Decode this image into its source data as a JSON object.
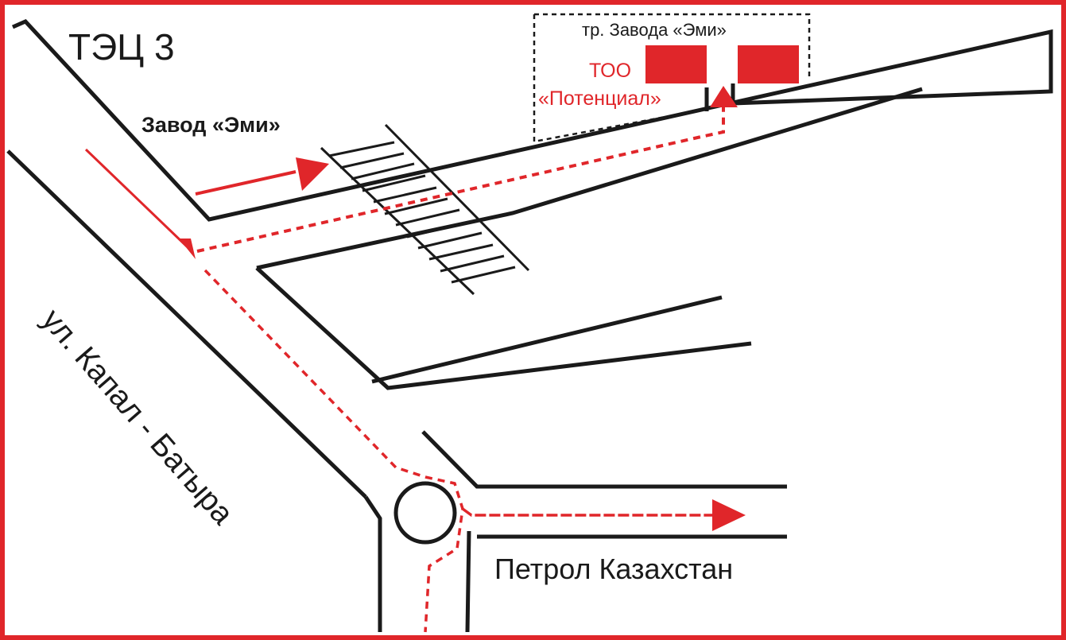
{
  "map": {
    "labels": {
      "tec": "ТЭЦ 3",
      "factory": "Завод «Эми»",
      "passage": "тр. Завода «Эми»",
      "company_line1": "ТОО",
      "company_line2": "«Потенциал»",
      "street": "ул. Капал - Батыра",
      "petrol": "Петрол Казахстан"
    },
    "colors": {
      "frame": "#e0262a",
      "route": "#e0262a",
      "road": "#1a1a1a",
      "building": "#e0262a"
    },
    "features": {
      "roundabout": true,
      "rail_crossing": true,
      "route_style": "dashed"
    }
  }
}
